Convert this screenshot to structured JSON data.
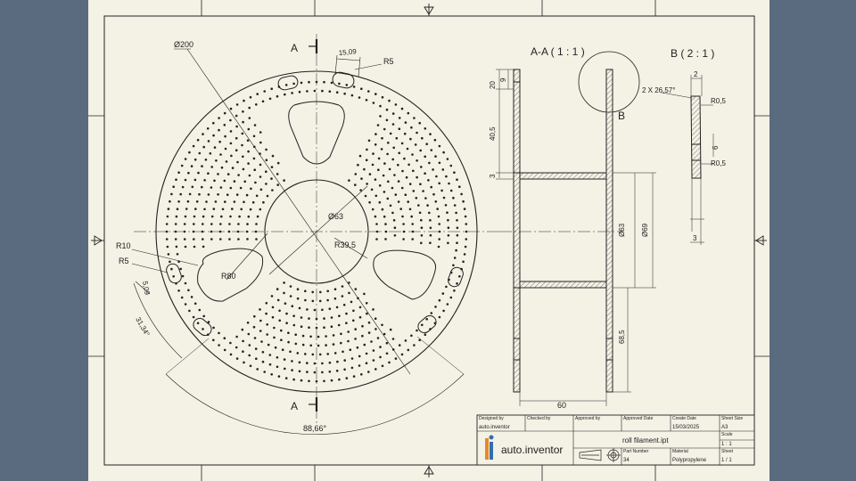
{
  "colors": {
    "background": "#5b6b7f",
    "sheet": "#f4f1e5",
    "ink": "#222222",
    "logo_orange": "#e6892a",
    "logo_blue": "#2f6fb0"
  },
  "front_view": {
    "diameter_outer": "Ø200",
    "diameter_hub": "Ø63",
    "radius_hub_arc": "R39,5",
    "radius_window": "R80",
    "radius_r10": "R10",
    "radius_r5_left": "R5",
    "radius_r5_top": "R5",
    "slot_width_top": "15,09",
    "slot_width_left": "5,09",
    "angle_small": "31,34°",
    "angle_large": "88,66°",
    "section_label_top": "A",
    "section_label_bottom": "A"
  },
  "section_view": {
    "title": "A-A ( 1 : 1 )",
    "dim_20": "20",
    "dim_9": "9",
    "dim_40_5": "40,5",
    "dim_3": "3",
    "dim_63": "Ø63",
    "dim_69": "Ø69",
    "dim_68_5": "68,5",
    "dim_60": "60",
    "detail_label": "B"
  },
  "detail_view": {
    "title": "B ( 2 : 1 )",
    "dim_2": "2",
    "chamfer": "2 X 26,57°",
    "r_top": "R0,5",
    "dim_6": "6",
    "r_bottom": "R0,5",
    "dim_3": "3"
  },
  "title_block": {
    "designed_by_label": "Designed by",
    "designed_by": "auto.inventor",
    "checked_by_label": "Checked by",
    "approved_by_label": "Approved by",
    "approved_date_label": "Approved Date",
    "create_date_label": "Create Date",
    "create_date": "15/03/2025",
    "sheet_size_label": "Sheet Size",
    "sheet_size": "A3",
    "scale_label": "Scale",
    "scale": "1 : 1",
    "filename": "roll filament.ipt",
    "part_number_label": "Part Number",
    "part_number": "34",
    "material_label": "Material",
    "material": "Polypropylene",
    "sheet_label": "Sheet",
    "sheet": "1 / 1",
    "logo_text": "auto.inventor"
  }
}
